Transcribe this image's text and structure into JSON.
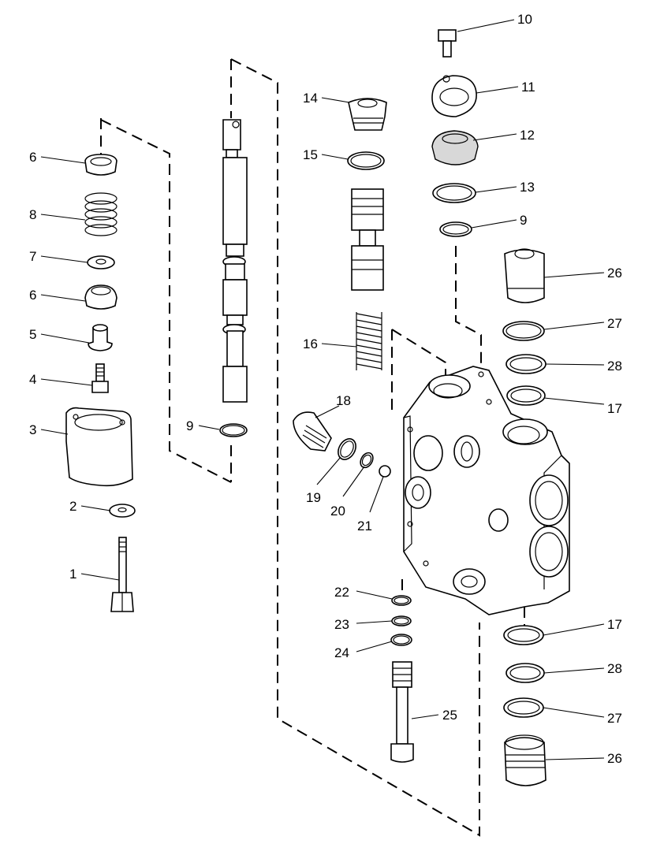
{
  "diagram": {
    "callouts": [
      {
        "id": "c10a",
        "text": "10"
      },
      {
        "id": "c11",
        "text": "11"
      },
      {
        "id": "c14",
        "text": "14"
      },
      {
        "id": "c12",
        "text": "12"
      },
      {
        "id": "c15",
        "text": "15"
      },
      {
        "id": "c13",
        "text": "13"
      },
      {
        "id": "c9a",
        "text": "9"
      },
      {
        "id": "c26a",
        "text": "26"
      },
      {
        "id": "c27a",
        "text": "27"
      },
      {
        "id": "c16",
        "text": "16"
      },
      {
        "id": "c28a",
        "text": "28"
      },
      {
        "id": "c17a",
        "text": "17"
      },
      {
        "id": "c18",
        "text": "18"
      },
      {
        "id": "c9b",
        "text": "9"
      },
      {
        "id": "c19",
        "text": "19"
      },
      {
        "id": "c20",
        "text": "20"
      },
      {
        "id": "c21",
        "text": "21"
      },
      {
        "id": "c6a",
        "text": "6"
      },
      {
        "id": "c8",
        "text": "8"
      },
      {
        "id": "c7",
        "text": "7"
      },
      {
        "id": "c6b",
        "text": "6"
      },
      {
        "id": "c5",
        "text": "5"
      },
      {
        "id": "c4",
        "text": "4"
      },
      {
        "id": "c3",
        "text": "3"
      },
      {
        "id": "c2",
        "text": "2"
      },
      {
        "id": "c1",
        "text": "1"
      },
      {
        "id": "c22",
        "text": "22"
      },
      {
        "id": "c23",
        "text": "23"
      },
      {
        "id": "c24",
        "text": "24"
      },
      {
        "id": "c25",
        "text": "25"
      },
      {
        "id": "c17b",
        "text": "17"
      },
      {
        "id": "c28b",
        "text": "28"
      },
      {
        "id": "c27b",
        "text": "27"
      },
      {
        "id": "c26b",
        "text": "26"
      }
    ]
  }
}
